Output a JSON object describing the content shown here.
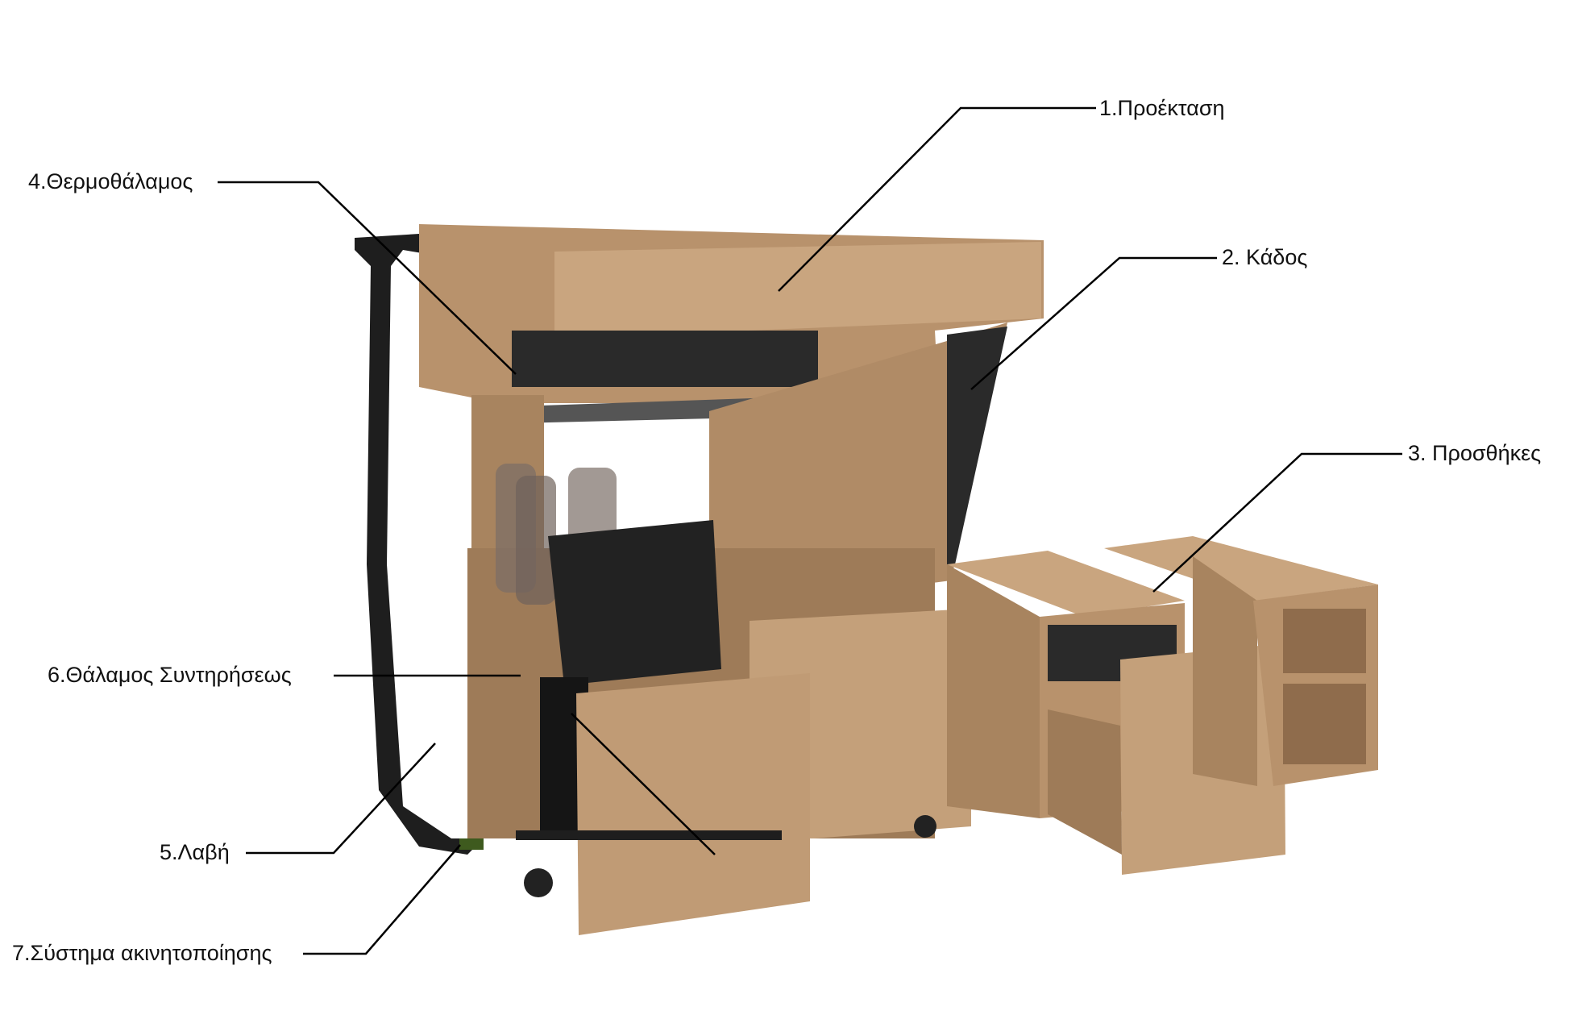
{
  "labels": {
    "extension": "1.Προέκταση",
    "bin": "2. Κάδος",
    "additions": "3. Προσθήκες",
    "thermal_chamber": "4.Θερμοθάλαμος",
    "handle": "5.Λαβή",
    "maintenance_chamber": "6.Θάλαμος Συντηρήσεως",
    "locking_system": "7.Σύστημα ακινητοποίησης"
  },
  "colors": {
    "wood": "#b8926c",
    "wood_light": "#c9a57f",
    "wood_dark": "#8f6c4c",
    "black": "#1e1e1e",
    "leader": "#000000"
  }
}
